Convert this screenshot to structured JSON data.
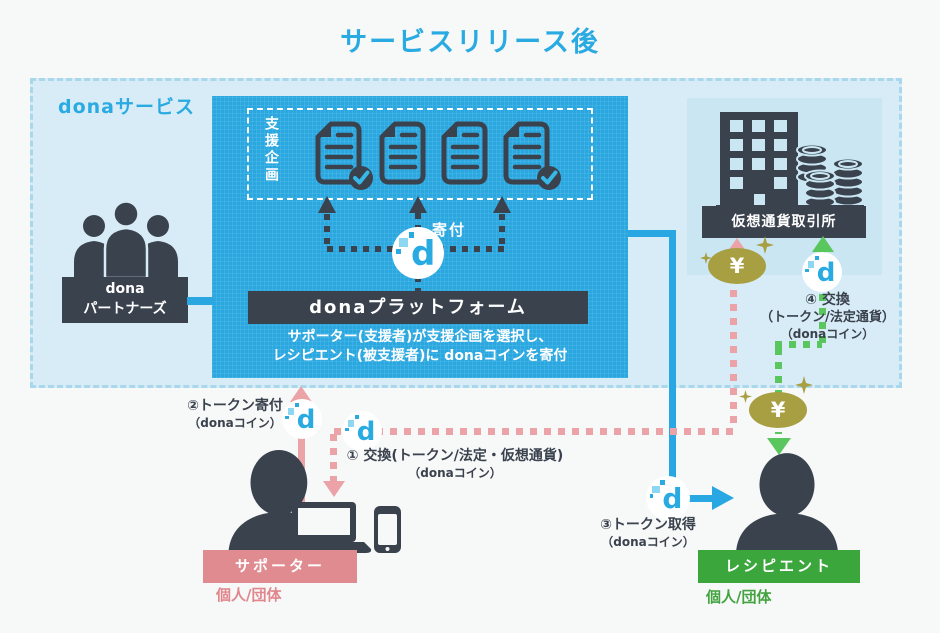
{
  "title": "サービスリリース後",
  "service": {
    "label": "donaサービス"
  },
  "platform": {
    "projects_label": "支援企画",
    "donation_label": "寄付",
    "bar": "donaプラットフォーム",
    "caption1": "サポーター(支援者)が支援企画を選択し、",
    "caption2": "レシピエント(被支援者)に donaコインを寄付"
  },
  "partners": {
    "line1": "dona",
    "line2": "パートナーズ"
  },
  "exchange": {
    "label": "仮想通貨取引所"
  },
  "flows": {
    "f1": {
      "label": "① 交換(トークン/法定・仮想通貨)",
      "sub": "（donaコイン）"
    },
    "f2": {
      "label": "②トークン寄付",
      "sub": "（donaコイン）"
    },
    "f3": {
      "label": "③トークン取得",
      "sub": "（donaコイン）"
    },
    "f4": {
      "label": "④ 交換",
      "label2": "（トークン/法定通貨）",
      "sub": "（donaコイン）"
    }
  },
  "supporter": {
    "label": "サポーター",
    "sub": "個人/団体"
  },
  "recipient": {
    "label": "レシピエント",
    "sub": "個人/団体"
  },
  "icons": {
    "dona_coin_letter": "d",
    "yen_symbol": "¥"
  },
  "colors": {
    "accent_blue": "#29abe2",
    "dark_slate": "#3a424e",
    "pink": "#eba3a7",
    "green": "#59c75d",
    "gold": "#a89e42"
  }
}
